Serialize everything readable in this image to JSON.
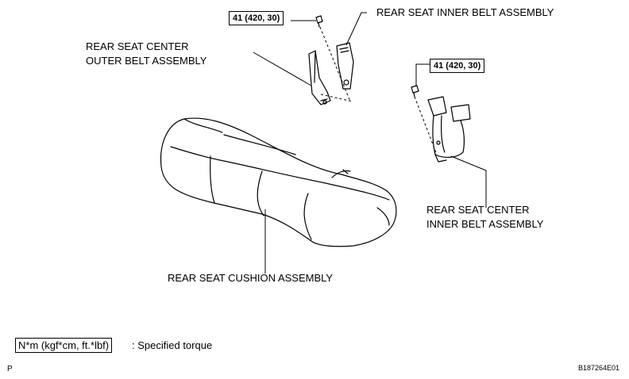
{
  "labels": {
    "inner_belt": "REAR SEAT INNER BELT ASSEMBLY",
    "center_outer_line1": "REAR SEAT CENTER",
    "center_outer_line2": "OUTER BELT ASSEMBLY",
    "center_inner_line1": "REAR SEAT CENTER",
    "center_inner_line2": "INNER BELT ASSEMBLY",
    "cushion": "REAR SEAT CUSHION ASSEMBLY"
  },
  "torque": {
    "left": "41 (420, 30)",
    "right": "41 (420, 30)"
  },
  "legend": {
    "unit": "N*m (kgf*cm, ft.*lbf)",
    "text": ": Specified torque"
  },
  "footer": {
    "left_code": "P",
    "figure_id": "B187264E01"
  }
}
